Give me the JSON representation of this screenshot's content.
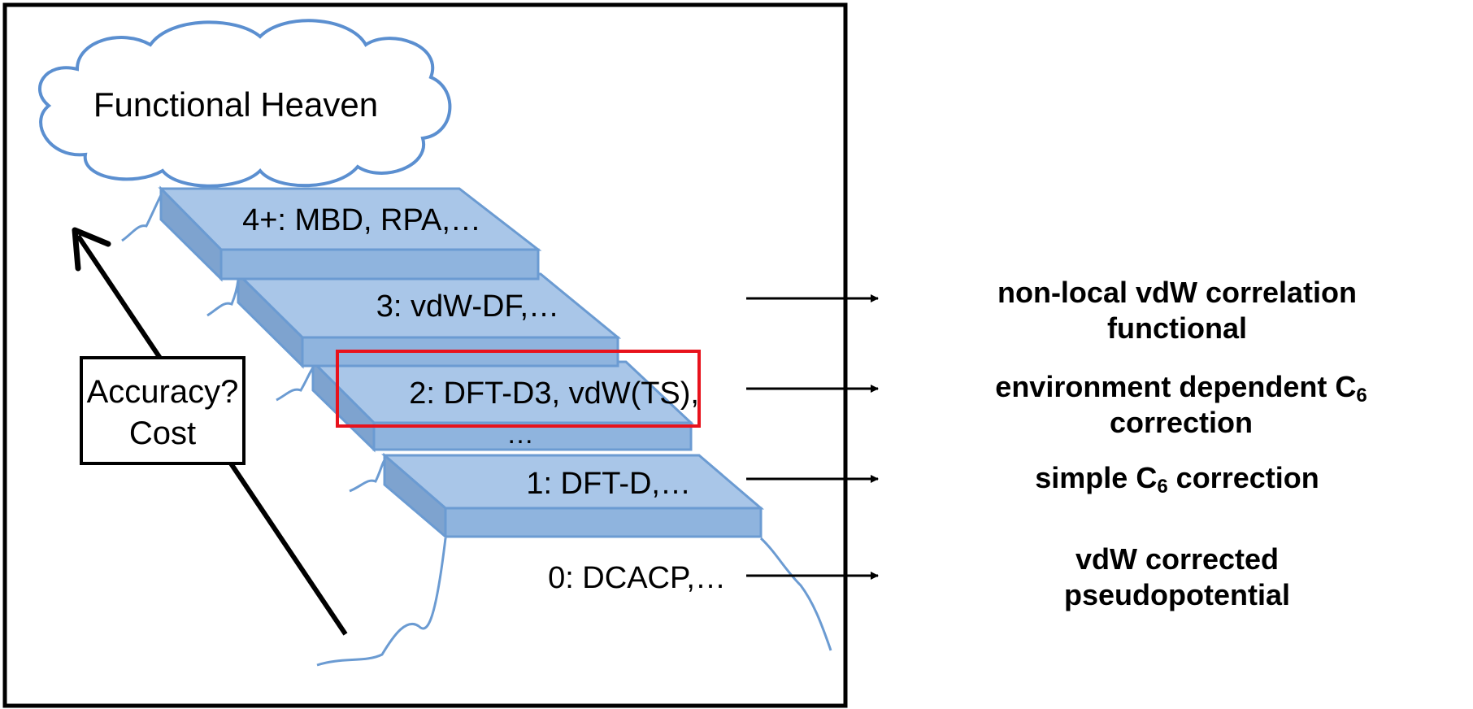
{
  "diagram": {
    "cloud_label": "Functional Heaven",
    "axis_box": {
      "line1": "Accuracy?",
      "line2": "Cost"
    },
    "steps": [
      {
        "level": "4+",
        "label": "4+: MBD, RPA,…"
      },
      {
        "level": "3",
        "label": "3: vdW-DF,…"
      },
      {
        "level": "2",
        "label": "2: DFT-D3, vdW(TS),",
        "continuation": "…"
      },
      {
        "level": "1",
        "label": "1: DFT-D,…"
      },
      {
        "level": "0",
        "label": "0: DCACP,…"
      }
    ],
    "annotations": {
      "level3": {
        "line1": "non-local vdW correlation",
        "line2": "functional"
      },
      "level2": {
        "line1_prefix": "environment dependent C",
        "line1_sub": "6",
        "line2": "correction"
      },
      "level1": {
        "prefix": "simple C",
        "sub": "6",
        "suffix": " correction"
      },
      "level0": {
        "line1": "vdW corrected",
        "line2": "pseudopotential"
      }
    },
    "colors": {
      "step_top": "#a9c6e8",
      "step_front": "#8fb4de",
      "step_side": "#7ea3cf",
      "step_edge": "#6b9bd2",
      "highlight": "#e8121c",
      "frame": "#000000"
    }
  }
}
